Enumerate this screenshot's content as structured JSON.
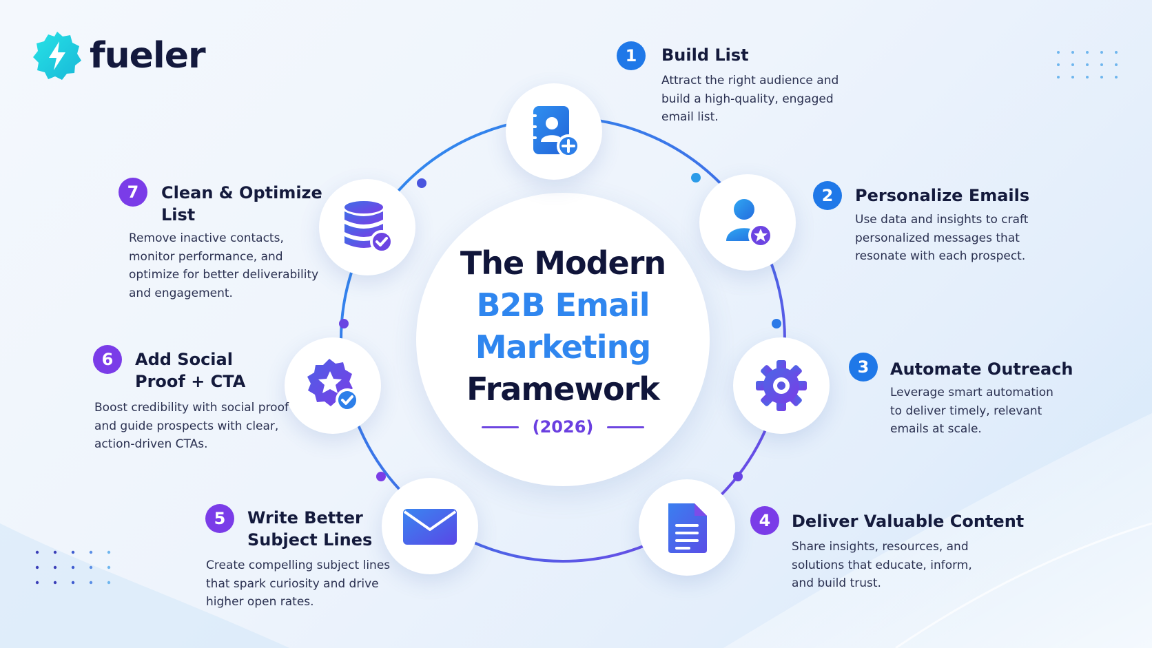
{
  "brand": {
    "name": "fueler"
  },
  "center": {
    "line1": "The Modern",
    "line2": "B2B Email",
    "line3": "Marketing",
    "line4": "Framework",
    "year": "(2026)"
  },
  "steps": [
    {
      "number": "1",
      "title1": "Build List",
      "title2": "",
      "desc1": "Attract the right audience and",
      "desc2": "build a high-quality, engaged",
      "desc3": "email list.",
      "desc4": "",
      "icon": "contact-book-add-icon"
    },
    {
      "number": "2",
      "title1": "Personalize Emails",
      "title2": "",
      "desc1": "Use data and insights to craft",
      "desc2": "personalized messages that",
      "desc3": "resonate with each prospect.",
      "desc4": "",
      "icon": "user-star-icon"
    },
    {
      "number": "3",
      "title1": "Automate Outreach",
      "title2": "",
      "desc1": "Leverage smart automation",
      "desc2": "to deliver timely, relevant",
      "desc3": "emails at scale.",
      "desc4": "",
      "icon": "gear-icon"
    },
    {
      "number": "4",
      "title1": "Deliver Valuable Content",
      "title2": "",
      "desc1": "Share insights, resources, and",
      "desc2": "solutions that educate, inform,",
      "desc3": "and build trust.",
      "desc4": "",
      "icon": "document-icon"
    },
    {
      "number": "5",
      "title1": "Write Better",
      "title2": "Subject Lines",
      "desc1": "Create compelling subject lines",
      "desc2": "that spark curiosity and drive",
      "desc3": "higher open rates.",
      "desc4": "",
      "icon": "envelope-icon"
    },
    {
      "number": "6",
      "title1": "Add Social",
      "title2": "Proof + CTA",
      "desc1": "Boost credibility with social proof",
      "desc2": "and guide prospects with clear,",
      "desc3": "action-driven CTAs.",
      "desc4": "",
      "icon": "verified-star-badge-icon"
    },
    {
      "number": "7",
      "title1": "Clean & Optimize",
      "title2": "List",
      "desc1": "Remove inactive contacts,",
      "desc2": "monitor performance, and",
      "desc3": "optimize for better deliverability",
      "desc4": "and engagement.",
      "icon": "database-check-icon"
    }
  ],
  "colors": {
    "blue": "#1f78e8",
    "purple": "#7a3ce8",
    "dark": "#10153a",
    "accent_blue": "#2f86ef"
  }
}
